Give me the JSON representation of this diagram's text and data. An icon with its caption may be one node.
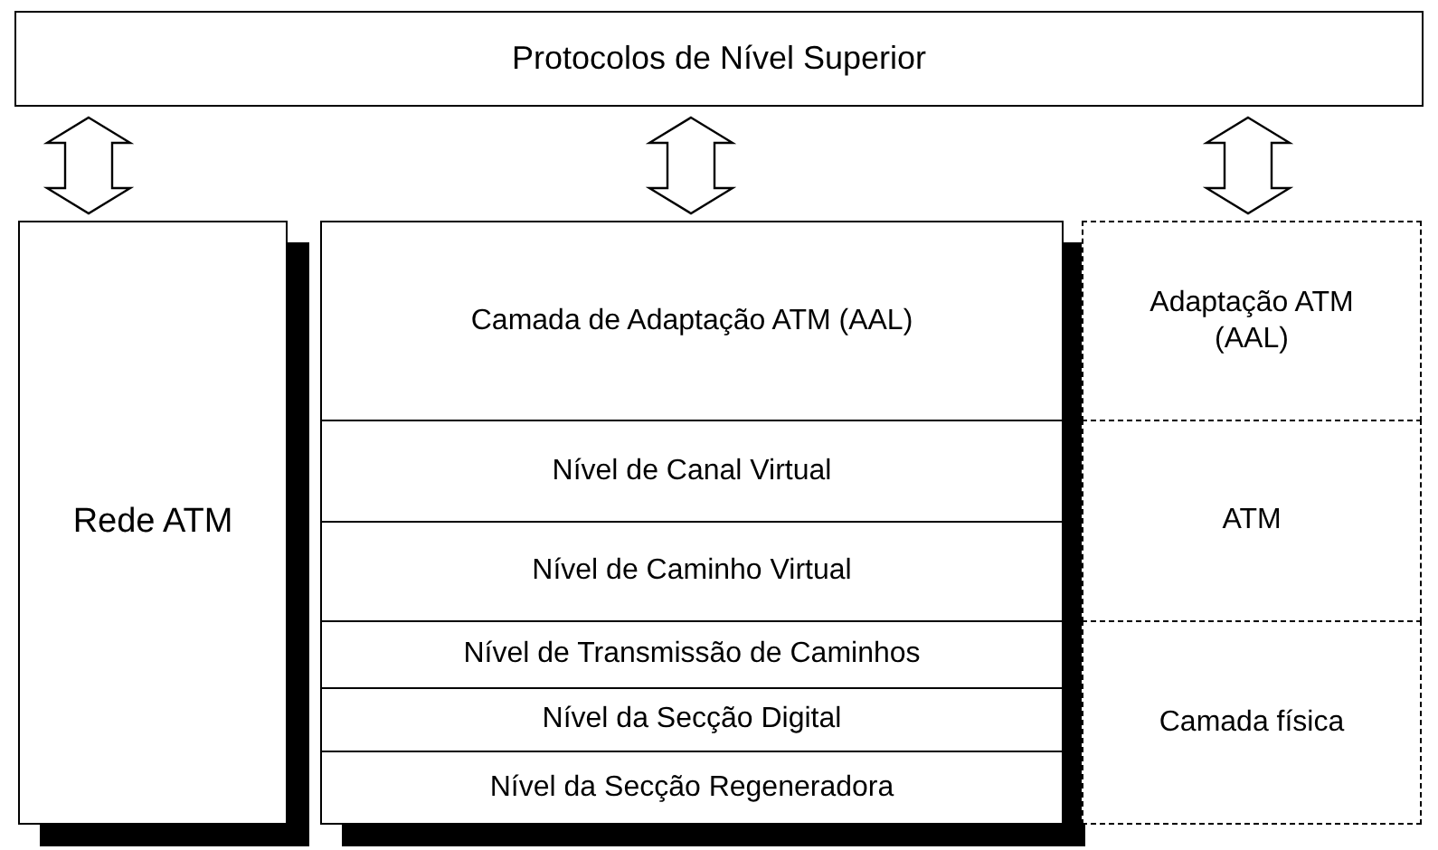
{
  "diagram": {
    "nodes": [
      {
        "text": [
          "Protocolos de Nível Superior"
        ]
      },
      {
        "text": [
          "Rede ATM"
        ]
      },
      {
        "text": [
          "Camada de Adaptação ATM (AAL)"
        ]
      },
      {
        "text": [
          "Nível de Canal Virtual"
        ]
      },
      {
        "text": [
          "Nível de Caminho Virtual"
        ]
      },
      {
        "text": [
          "Nível de Transmissão de Caminhos"
        ]
      },
      {
        "text": [
          "Nível da Secção Digital"
        ]
      },
      {
        "text": [
          "Nível da Secção Regeneradora"
        ]
      },
      {
        "text": [
          "Adaptação ATM (AAL)"
        ]
      },
      {
        "text": [
          "ATM"
        ]
      },
      {
        "text": [
          "Camada física"
        ]
      }
    ],
    "edges": [
      {
        "from": 0,
        "to": 1,
        "arrow": "both"
      },
      {
        "from": 0,
        "to": 2,
        "arrow": "both"
      },
      {
        "from": 0,
        "to": 8,
        "arrow": "both"
      }
    ]
  }
}
